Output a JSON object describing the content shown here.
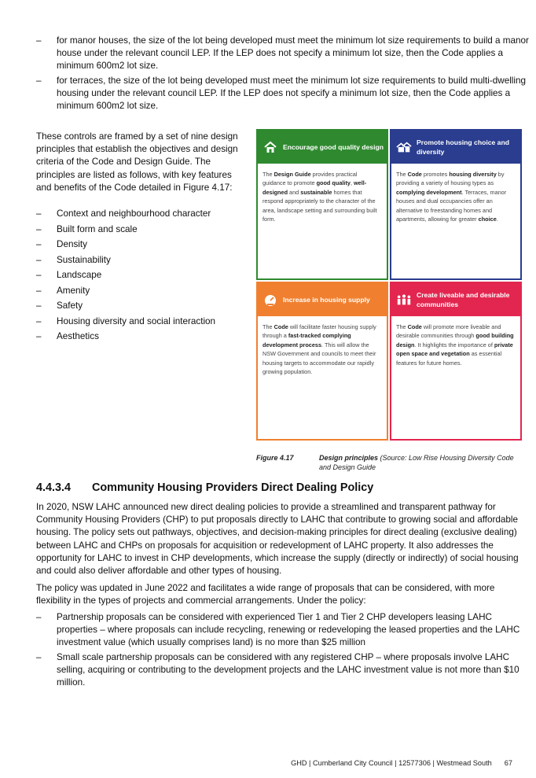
{
  "top_bullets": [
    {
      "dash": "–",
      "text": "for manor houses, the size of the lot being developed must meet the minimum lot size requirements to build a manor house under the relevant council LEP. If the LEP does not specify a minimum lot size, then the Code applies a minimum 600m2 lot size."
    },
    {
      "dash": "–",
      "text": "for terraces, the size of the lot being developed must meet the minimum lot size requirements to build multi-dwelling housing under the relevant council LEP. If the LEP does not specify a minimum lot size, then the Code applies a minimum 600m2 lot size."
    }
  ],
  "intro": "These controls are framed by a set of nine design principles that establish the objectives and design criteria of the Code and Design Guide. The principles are listed as follows, with key features and benefits of the Code detailed in Figure 4.17:",
  "principles": [
    "Context and neighbourhood character",
    "Built form and scale",
    "Density",
    "Sustainability",
    "Landscape",
    "Amenity",
    "Safety",
    "Housing diversity and social interaction",
    "Aesthetics"
  ],
  "dash": "–",
  "figure": {
    "panels": [
      {
        "title": "Encourage good quality design",
        "icon": "house-icon",
        "color": "#2f8a2f",
        "body": [
          {
            "t": "The ",
            "b": false
          },
          {
            "t": "Design Guide",
            "b": true
          },
          {
            "t": " provides practical guidance to promote ",
            "b": false
          },
          {
            "t": "good quality",
            "b": true
          },
          {
            "t": ", ",
            "b": false
          },
          {
            "t": "well-designed",
            "b": true
          },
          {
            "t": " and ",
            "b": false
          },
          {
            "t": "sustainable",
            "b": true
          },
          {
            "t": " homes that respond appropriately to the character of the area, landscape setting and surrounding built form.",
            "b": false
          }
        ]
      },
      {
        "title": "Promote housing choice and diversity",
        "icon": "houses-icon",
        "color": "#2a3d8f",
        "body": [
          {
            "t": "The ",
            "b": false
          },
          {
            "t": "Code",
            "b": true
          },
          {
            "t": " promotes ",
            "b": false
          },
          {
            "t": "housing diversity",
            "b": true
          },
          {
            "t": " by providing a variety of housing types as ",
            "b": false
          },
          {
            "t": "complying development",
            "b": true
          },
          {
            "t": ". Terraces, manor houses and dual occupancies offer an alternative to freestanding homes and apartments, allowing for greater ",
            "b": false
          },
          {
            "t": "choice",
            "b": true
          },
          {
            "t": ".",
            "b": false
          }
        ]
      },
      {
        "title": "Increase in housing supply",
        "icon": "dial-icon",
        "color": "#f08030",
        "body": [
          {
            "t": "The ",
            "b": false
          },
          {
            "t": "Code",
            "b": true
          },
          {
            "t": " will facilitate faster housing supply through a ",
            "b": false
          },
          {
            "t": "fast-tracked complying development process",
            "b": true
          },
          {
            "t": ". This will allow the NSW Government and councils to meet their housing targets to accommodate our rapidly growing population.",
            "b": false
          }
        ]
      },
      {
        "title": "Create liveable and desirable communities",
        "icon": "people-icon",
        "color": "#e2264f",
        "body": [
          {
            "t": "The ",
            "b": false
          },
          {
            "t": "Code",
            "b": true
          },
          {
            "t": " will promote more liveable and desirable communities through ",
            "b": false
          },
          {
            "t": "good building design",
            "b": true
          },
          {
            "t": ". It highlights the importance of ",
            "b": false
          },
          {
            "t": "private open space and vegetation",
            "b": true
          },
          {
            "t": " as essential features for future homes.",
            "b": false
          }
        ]
      }
    ],
    "caption_label": "Figure 4.17",
    "caption_title": "Design principles",
    "caption_source": " (Source: Low Rise Housing Diversity Code and Design Guide"
  },
  "section": {
    "number": "4.4.3.4",
    "title": "Community Housing Providers Direct Dealing Policy"
  },
  "para_1": "In 2020, NSW LAHC announced new direct dealing policies to provide a streamlined and transparent pathway for Community Housing Providers (CHP) to put proposals directly to LAHC that contribute to growing social and affordable housing. The policy sets out pathways, objectives, and decision-making principles for direct dealing (exclusive dealing) between LAHC and CHPs on proposals for acquisition or redevelopment of LAHC property. It also addresses the opportunity for LAHC to invest in CHP developments, which increase the supply (directly or indirectly) of social housing and could also deliver affordable and other types of housing.",
  "para_2": "The policy was updated in June 2022 and facilitates a wide range of proposals that can be considered, with more flexibility in the types of projects and commercial arrangements. Under the policy:",
  "bottom_bullets": [
    {
      "dash": "–",
      "text": "Partnership proposals can be considered with experienced Tier 1 and Tier 2 CHP developers leasing LAHC properties – where proposals can include recycling, renewing or redeveloping the leased properties and the LAHC investment value (which usually comprises land) is no more than $25 million"
    },
    {
      "dash": "–",
      "text": "Small scale partnership proposals can be considered with any registered CHP – where proposals involve LAHC selling, acquiring or contributing to the development projects and the LAHC investment value is not more than $10 million."
    }
  ],
  "footer": {
    "doc_info": "GHD | Cumberland City Council | 12577306 | Westmead South",
    "page_number": "67"
  }
}
